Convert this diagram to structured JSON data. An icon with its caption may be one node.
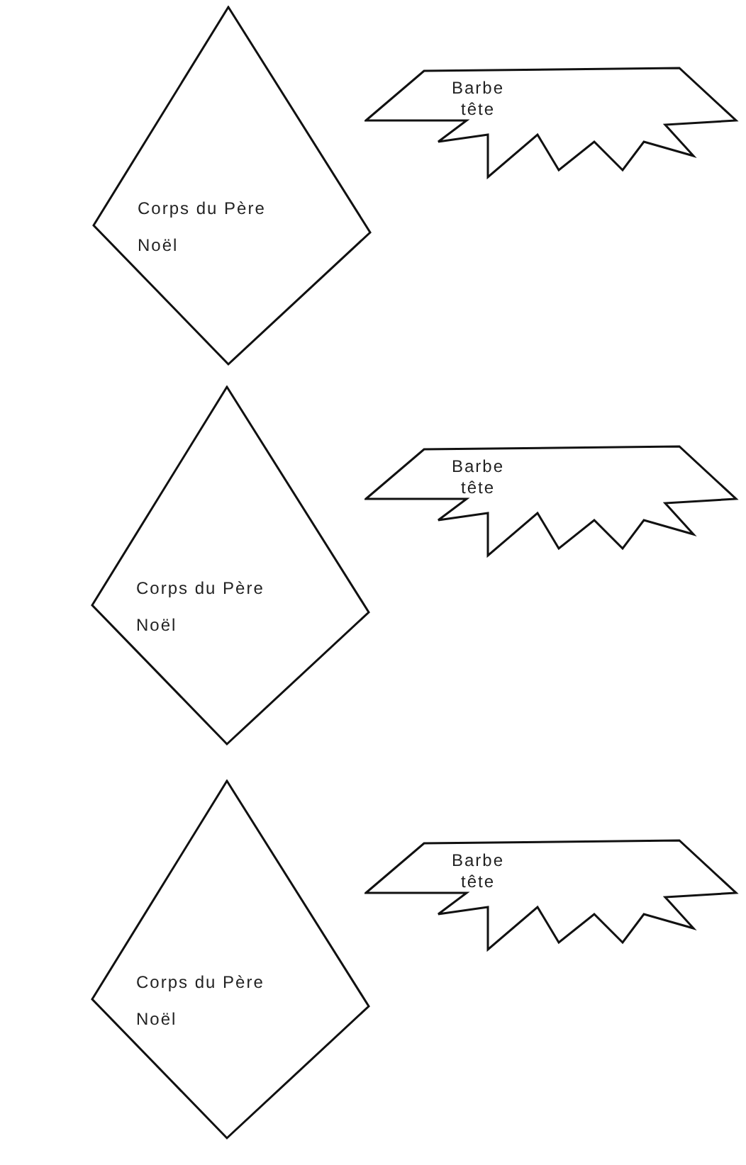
{
  "diagram": {
    "nodes": [
      {
        "text": [
          "Corps du Père Noël"
        ]
      },
      {
        "text": [
          "Barbe tête"
        ]
      },
      {
        "text": [
          "Corps du Père Noël"
        ]
      },
      {
        "text": [
          "Barbe tête"
        ]
      },
      {
        "text": [
          "Corps du Père Noël"
        ]
      },
      {
        "text": [
          "Barbe tête"
        ]
      }
    ]
  }
}
